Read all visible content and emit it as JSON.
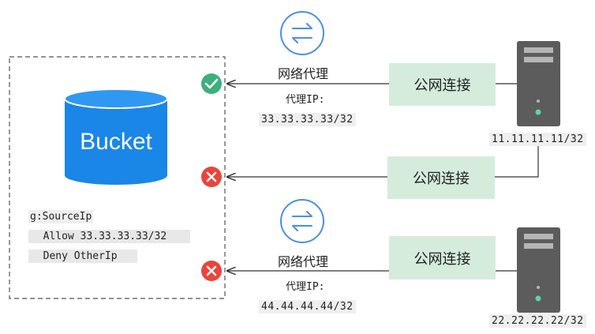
{
  "bucket": {
    "label": "Bucket"
  },
  "policy": {
    "header": "g:SourceIp",
    "allow_line": "  Allow 33.33.33.33/32",
    "deny_line": "  Deny OtherIp"
  },
  "flows": [
    {
      "proxy_label": "网络代理",
      "proxy_ip_label": "代理IP:",
      "proxy_ip": "33.33.33.33/32",
      "connection_label": "公网连接",
      "result": "allowed"
    },
    {
      "connection_label": "公网连接",
      "result": "denied"
    },
    {
      "proxy_label": "网络代理",
      "proxy_ip_label": "代理IP:",
      "proxy_ip": "44.44.44.44/32",
      "connection_label": "公网连接",
      "result": "denied"
    }
  ],
  "servers": [
    {
      "ip": "11.11.11.11/32"
    },
    {
      "ip": "22.22.22.22/32"
    }
  ],
  "colors": {
    "bucket_blue": "#1a86e8",
    "proxy_icon_blue": "#4a90e2",
    "allow_green": "#3daf7d",
    "deny_red": "#e8453c",
    "connection_box": "#d5ecdd",
    "server_body": "#5c5c5c"
  },
  "icons": {
    "proxy": "swap-arrows-icon",
    "allow": "check-circle-icon",
    "deny": "x-circle-icon",
    "server": "server-tower-icon",
    "bucket": "database-cylinder-icon"
  }
}
